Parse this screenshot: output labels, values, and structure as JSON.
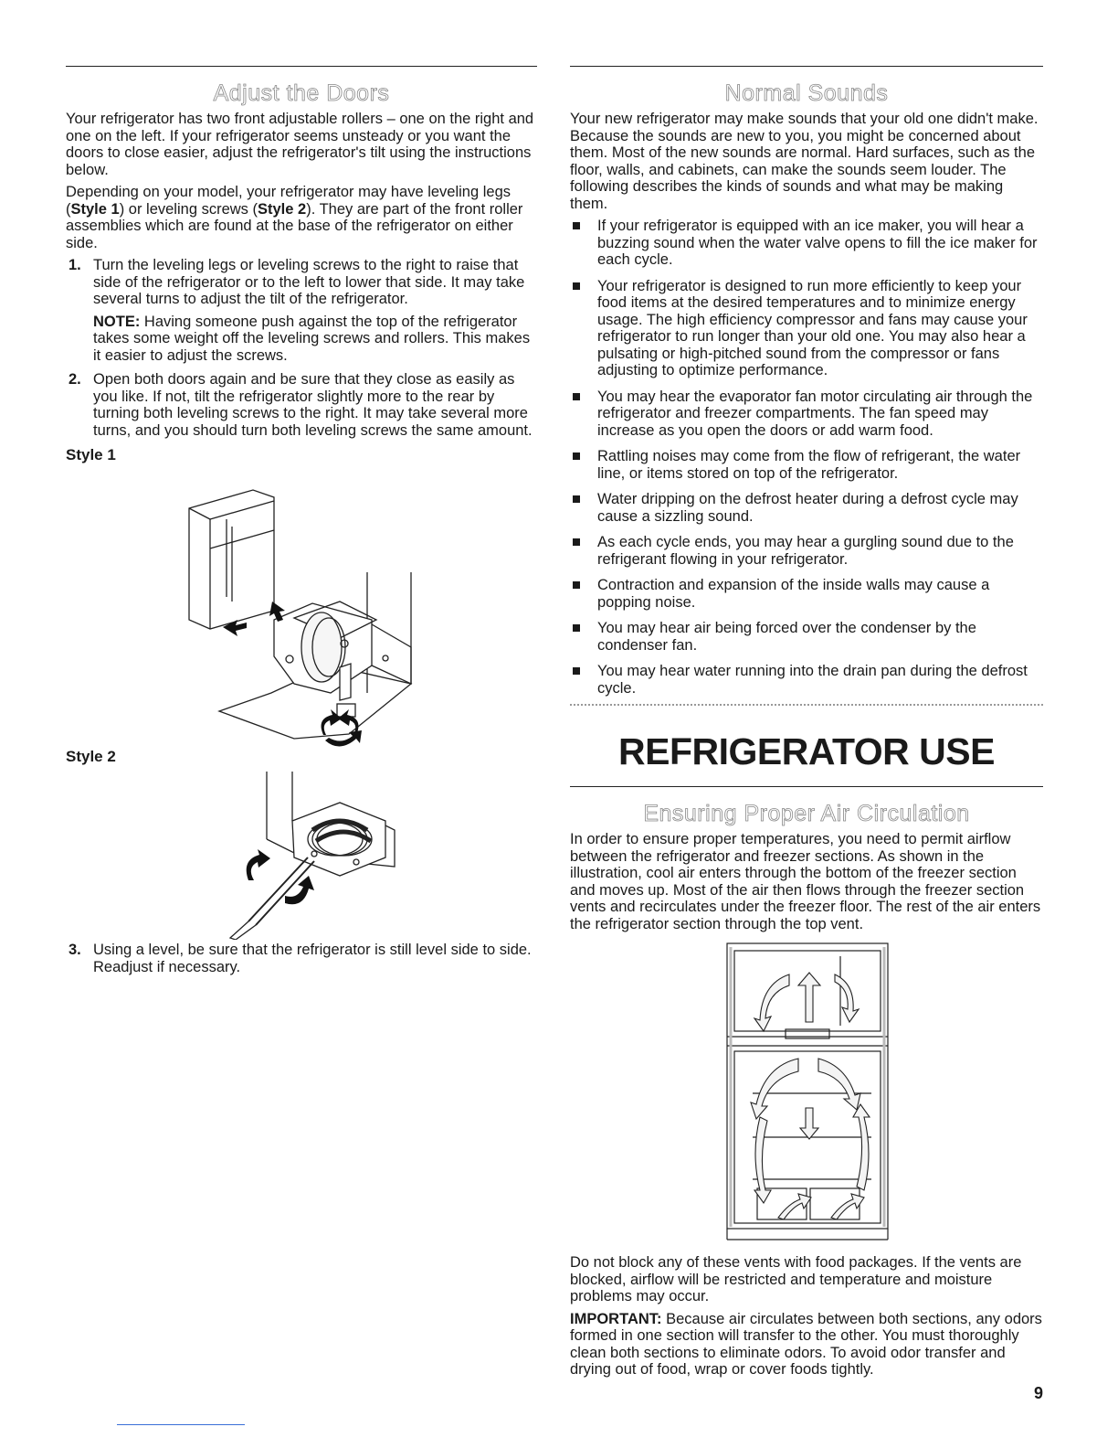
{
  "left": {
    "title": "Adjust the Doors",
    "intro1": "Your refrigerator has two front adjustable rollers – one on the right and one on the left. If your refrigerator seems unsteady or you want the doors to close easier, adjust the refrigerator's tilt using the instructions below.",
    "intro2_a": "Depending on your model, your refrigerator may have leveling legs (",
    "intro2_b": "Style 1",
    "intro2_c": ") or leveling screws (",
    "intro2_d": "Style 2",
    "intro2_e": "). They are part of the front roller assemblies which are found at the base of the refrigerator on either side.",
    "steps": [
      {
        "num": "1.",
        "text": "Turn the leveling legs or leveling screws to the right to raise that side of the refrigerator or to the left to lower that side. It may take several turns to adjust the tilt of the refrigerator."
      },
      {
        "num": "2.",
        "text": "Open both doors again and be sure that they close as easily as you like. If not, tilt the refrigerator slightly more to the rear by turning both leveling screws to the right. It may take several more turns, and you should turn both leveling screws the same amount."
      },
      {
        "num": "3.",
        "text": "Using a level, be sure that the refrigerator is still level side to side. Readjust if necessary."
      }
    ],
    "note_label": "NOTE:",
    "note_text": " Having someone push against the top of the refrigerator takes some weight off the leveling screws and rollers. This makes it easier to adjust the screws.",
    "style1_label": "Style 1",
    "style2_label": "Style 2"
  },
  "right": {
    "title": "Normal Sounds",
    "intro": "Your new refrigerator may make sounds that your old one didn't make. Because the sounds are new to you, you might be concerned about them. Most of the new sounds are normal. Hard surfaces, such as the floor, walls, and cabinets, can make the sounds seem louder. The following describes the kinds of sounds and what may be making them.",
    "bullets": [
      "If your refrigerator is equipped with an ice maker, you will hear a buzzing sound when the water valve opens to fill the ice maker for each cycle.",
      "Your refrigerator is designed to run more efficiently to keep your food items at the desired temperatures and to minimize energy usage. The high efficiency compressor and fans may cause your refrigerator to run longer than your old one. You may also hear a pulsating or high-pitched sound from the compressor or fans adjusting to optimize performance.",
      "You may hear the evaporator fan motor circulating air through the refrigerator and freezer compartments. The fan speed may increase as you open the doors or add warm food.",
      "Rattling noises may come from the flow of refrigerant, the water line, or items stored on top of the refrigerator.",
      "Water dripping on the defrost heater during a defrost cycle may cause a sizzling sound.",
      "As each cycle ends, you may hear a gurgling sound due to the refrigerant flowing in your refrigerator.",
      "Contraction and expansion of the inside walls may cause a popping noise.",
      "You may hear air being forced over the condenser by the condenser fan.",
      "You may hear water running into the drain pan during the defrost cycle."
    ],
    "chapter_title": "REFRIGERATOR USE",
    "air_title": "Ensuring Proper Air Circulation",
    "air_intro": "In order to ensure proper temperatures, you need to permit airflow between the refrigerator and freezer sections. As shown in the illustration, cool air enters through the bottom of the freezer section and moves up. Most of the air then flows through the freezer section vents and recirculates under the freezer floor. The rest of the air enters the refrigerator section through the top vent.",
    "air_block": "Do not block any of these vents with food packages. If the vents are blocked, airflow will be restricted and temperature and moisture problems may occur.",
    "important_label": "IMPORTANT:",
    "important_text": " Because air circulates between both sections, any odors formed in one section will transfer to the other. You must thoroughly clean both sections to eliminate odors. To avoid odor transfer and drying out of food, wrap or cover foods tightly."
  },
  "page_number": "9"
}
